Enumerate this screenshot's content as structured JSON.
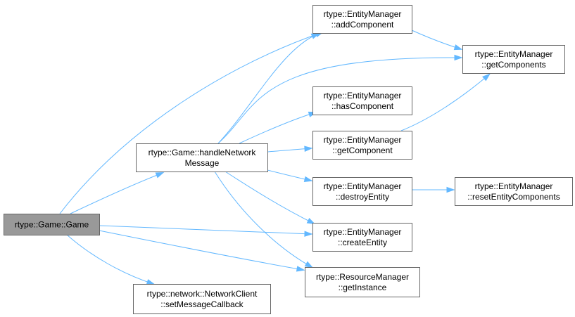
{
  "diagram": {
    "nodes": [
      {
        "id": "game",
        "lines": [
          "rtype::Game::Game"
        ],
        "root": true
      },
      {
        "id": "handle",
        "lines": [
          "rtype::Game::handleNetwork",
          "Message"
        ]
      },
      {
        "id": "setcb",
        "lines": [
          "rtype::network::NetworkClient",
          "::setMessageCallback"
        ]
      },
      {
        "id": "addComp",
        "lines": [
          "rtype::EntityManager",
          "::addComponent"
        ]
      },
      {
        "id": "getComps",
        "lines": [
          "rtype::EntityManager",
          "::getComponents"
        ]
      },
      {
        "id": "hasComp",
        "lines": [
          "rtype::EntityManager",
          "::hasComponent"
        ]
      },
      {
        "id": "getComp",
        "lines": [
          "rtype::EntityManager",
          "::getComponent"
        ]
      },
      {
        "id": "destroy",
        "lines": [
          "rtype::EntityManager",
          "::destroyEntity"
        ]
      },
      {
        "id": "reset",
        "lines": [
          "rtype::EntityManager",
          "::resetEntityComponents"
        ]
      },
      {
        "id": "create",
        "lines": [
          "rtype::EntityManager",
          "::createEntity"
        ]
      },
      {
        "id": "resMgr",
        "lines": [
          "rtype::ResourceManager",
          "::getInstance"
        ]
      }
    ],
    "edges": [
      {
        "from": "game",
        "to": "addComp"
      },
      {
        "from": "game",
        "to": "handle"
      },
      {
        "from": "game",
        "to": "create"
      },
      {
        "from": "game",
        "to": "resMgr"
      },
      {
        "from": "game",
        "to": "setcb"
      },
      {
        "from": "handle",
        "to": "addComp"
      },
      {
        "from": "handle",
        "to": "getComps"
      },
      {
        "from": "handle",
        "to": "hasComp"
      },
      {
        "from": "handle",
        "to": "getComp"
      },
      {
        "from": "handle",
        "to": "destroy"
      },
      {
        "from": "handle",
        "to": "create"
      },
      {
        "from": "handle",
        "to": "resMgr"
      },
      {
        "from": "addComp",
        "to": "getComps"
      },
      {
        "from": "getComp",
        "to": "getComps"
      },
      {
        "from": "destroy",
        "to": "reset"
      }
    ],
    "colors": {
      "edge": "#63b8ff",
      "node_border": "#666666",
      "root_fill": "#999999",
      "node_fill": "#ffffff"
    }
  }
}
